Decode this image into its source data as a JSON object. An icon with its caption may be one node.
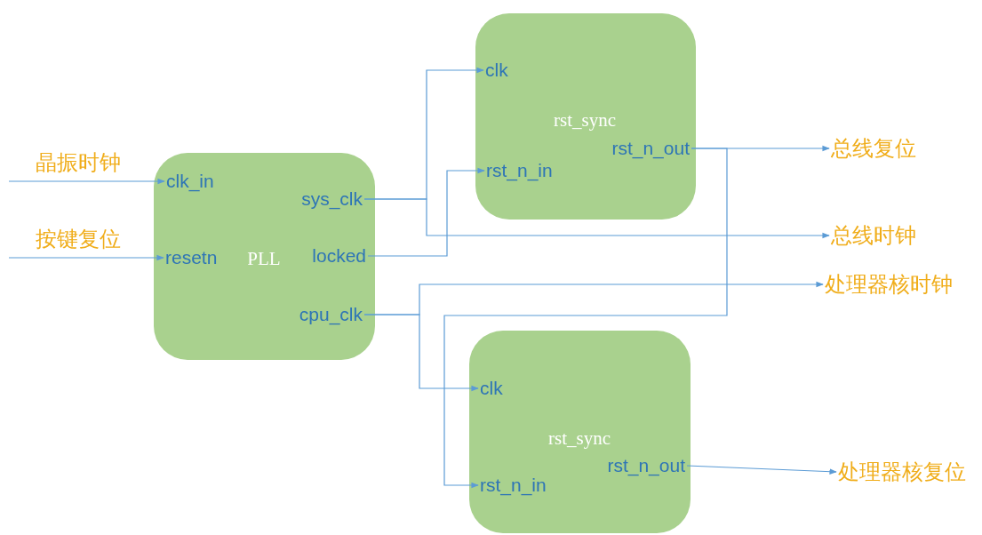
{
  "diagram": {
    "nodes": [
      {
        "text": [
          "PLL"
        ]
      },
      {
        "text": [
          "clk_in"
        ],
        "in": 0
      },
      {
        "text": [
          "resetn"
        ],
        "in": 0
      },
      {
        "text": [
          "sys_clk"
        ],
        "in": 0
      },
      {
        "text": [
          "locked"
        ],
        "in": 0
      },
      {
        "text": [
          "cpu_clk"
        ],
        "in": 0
      },
      {
        "text": [
          "rst_sync"
        ]
      },
      {
        "text": [
          "clk"
        ],
        "in": 6
      },
      {
        "text": [
          "rst_n_in"
        ],
        "in": 6
      },
      {
        "text": [
          "rst_n_out"
        ],
        "in": 6
      },
      {
        "text": [
          "rst_sync"
        ]
      },
      {
        "text": [
          "clk"
        ],
        "in": 10
      },
      {
        "text": [
          "rst_n_in"
        ],
        "in": 10
      },
      {
        "text": [
          "rst_n_out"
        ],
        "in": 10
      },
      {
        "text": [
          "总线复位"
        ]
      },
      {
        "text": [
          "总线时钟"
        ]
      },
      {
        "text": [
          "处理器核时钟"
        ]
      },
      {
        "text": [
          "处理器核复位"
        ]
      }
    ],
    "edges": [
      {
        "from": null,
        "to": 1,
        "arrow": "to",
        "label": "晶振时钟"
      },
      {
        "from": null,
        "to": 2,
        "arrow": "to",
        "label": "按键复位"
      },
      {
        "from": 3,
        "to": 7,
        "arrow": "to"
      },
      {
        "from": 3,
        "to": 15,
        "arrow": "to"
      },
      {
        "from": 4,
        "to": 8,
        "arrow": "to"
      },
      {
        "from": 9,
        "to": 14,
        "arrow": "to"
      },
      {
        "from": 9,
        "to": 12,
        "arrow": "to"
      },
      {
        "from": 5,
        "to": 16,
        "arrow": "to"
      },
      {
        "from": 5,
        "to": 11,
        "arrow": "to"
      },
      {
        "from": 13,
        "to": 17,
        "arrow": "to"
      }
    ]
  }
}
